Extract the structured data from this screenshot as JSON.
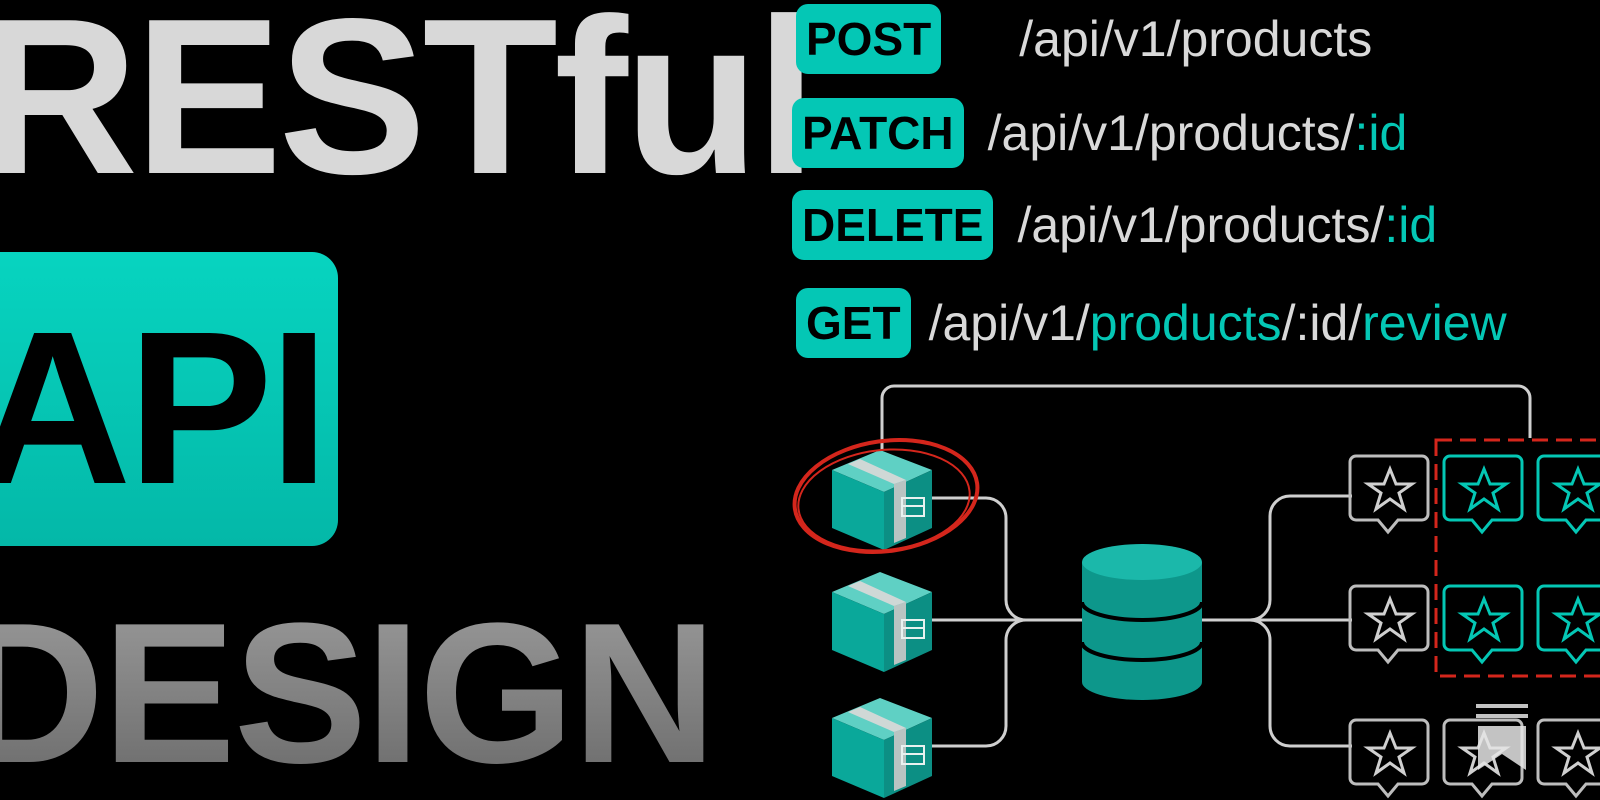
{
  "title": {
    "line1": "RESTful",
    "line2": "API",
    "line3": "DESIGN"
  },
  "endpoints": [
    {
      "method": "POST",
      "path": "/api/v1/products",
      "id_suffix": ""
    },
    {
      "method": "PATCH",
      "path": "/api/v1/products/",
      "id_suffix": ":id"
    },
    {
      "method": "DELETE",
      "path": "/api/v1/products/",
      "id_suffix": ":id"
    },
    {
      "method": "GET",
      "path_parts": [
        "/api/v1/",
        "products",
        "/:id/",
        "review"
      ]
    }
  ],
  "colors": {
    "accent": "#04c7b5",
    "background": "#000000",
    "highlight_circle": "#d4261c"
  },
  "diagram": {
    "products_icon": "product-box-cart-icon",
    "database_icon": "database-icon",
    "review_icon": "star-speech-bubble-icon",
    "product_count": 3,
    "review_rows": 3
  }
}
